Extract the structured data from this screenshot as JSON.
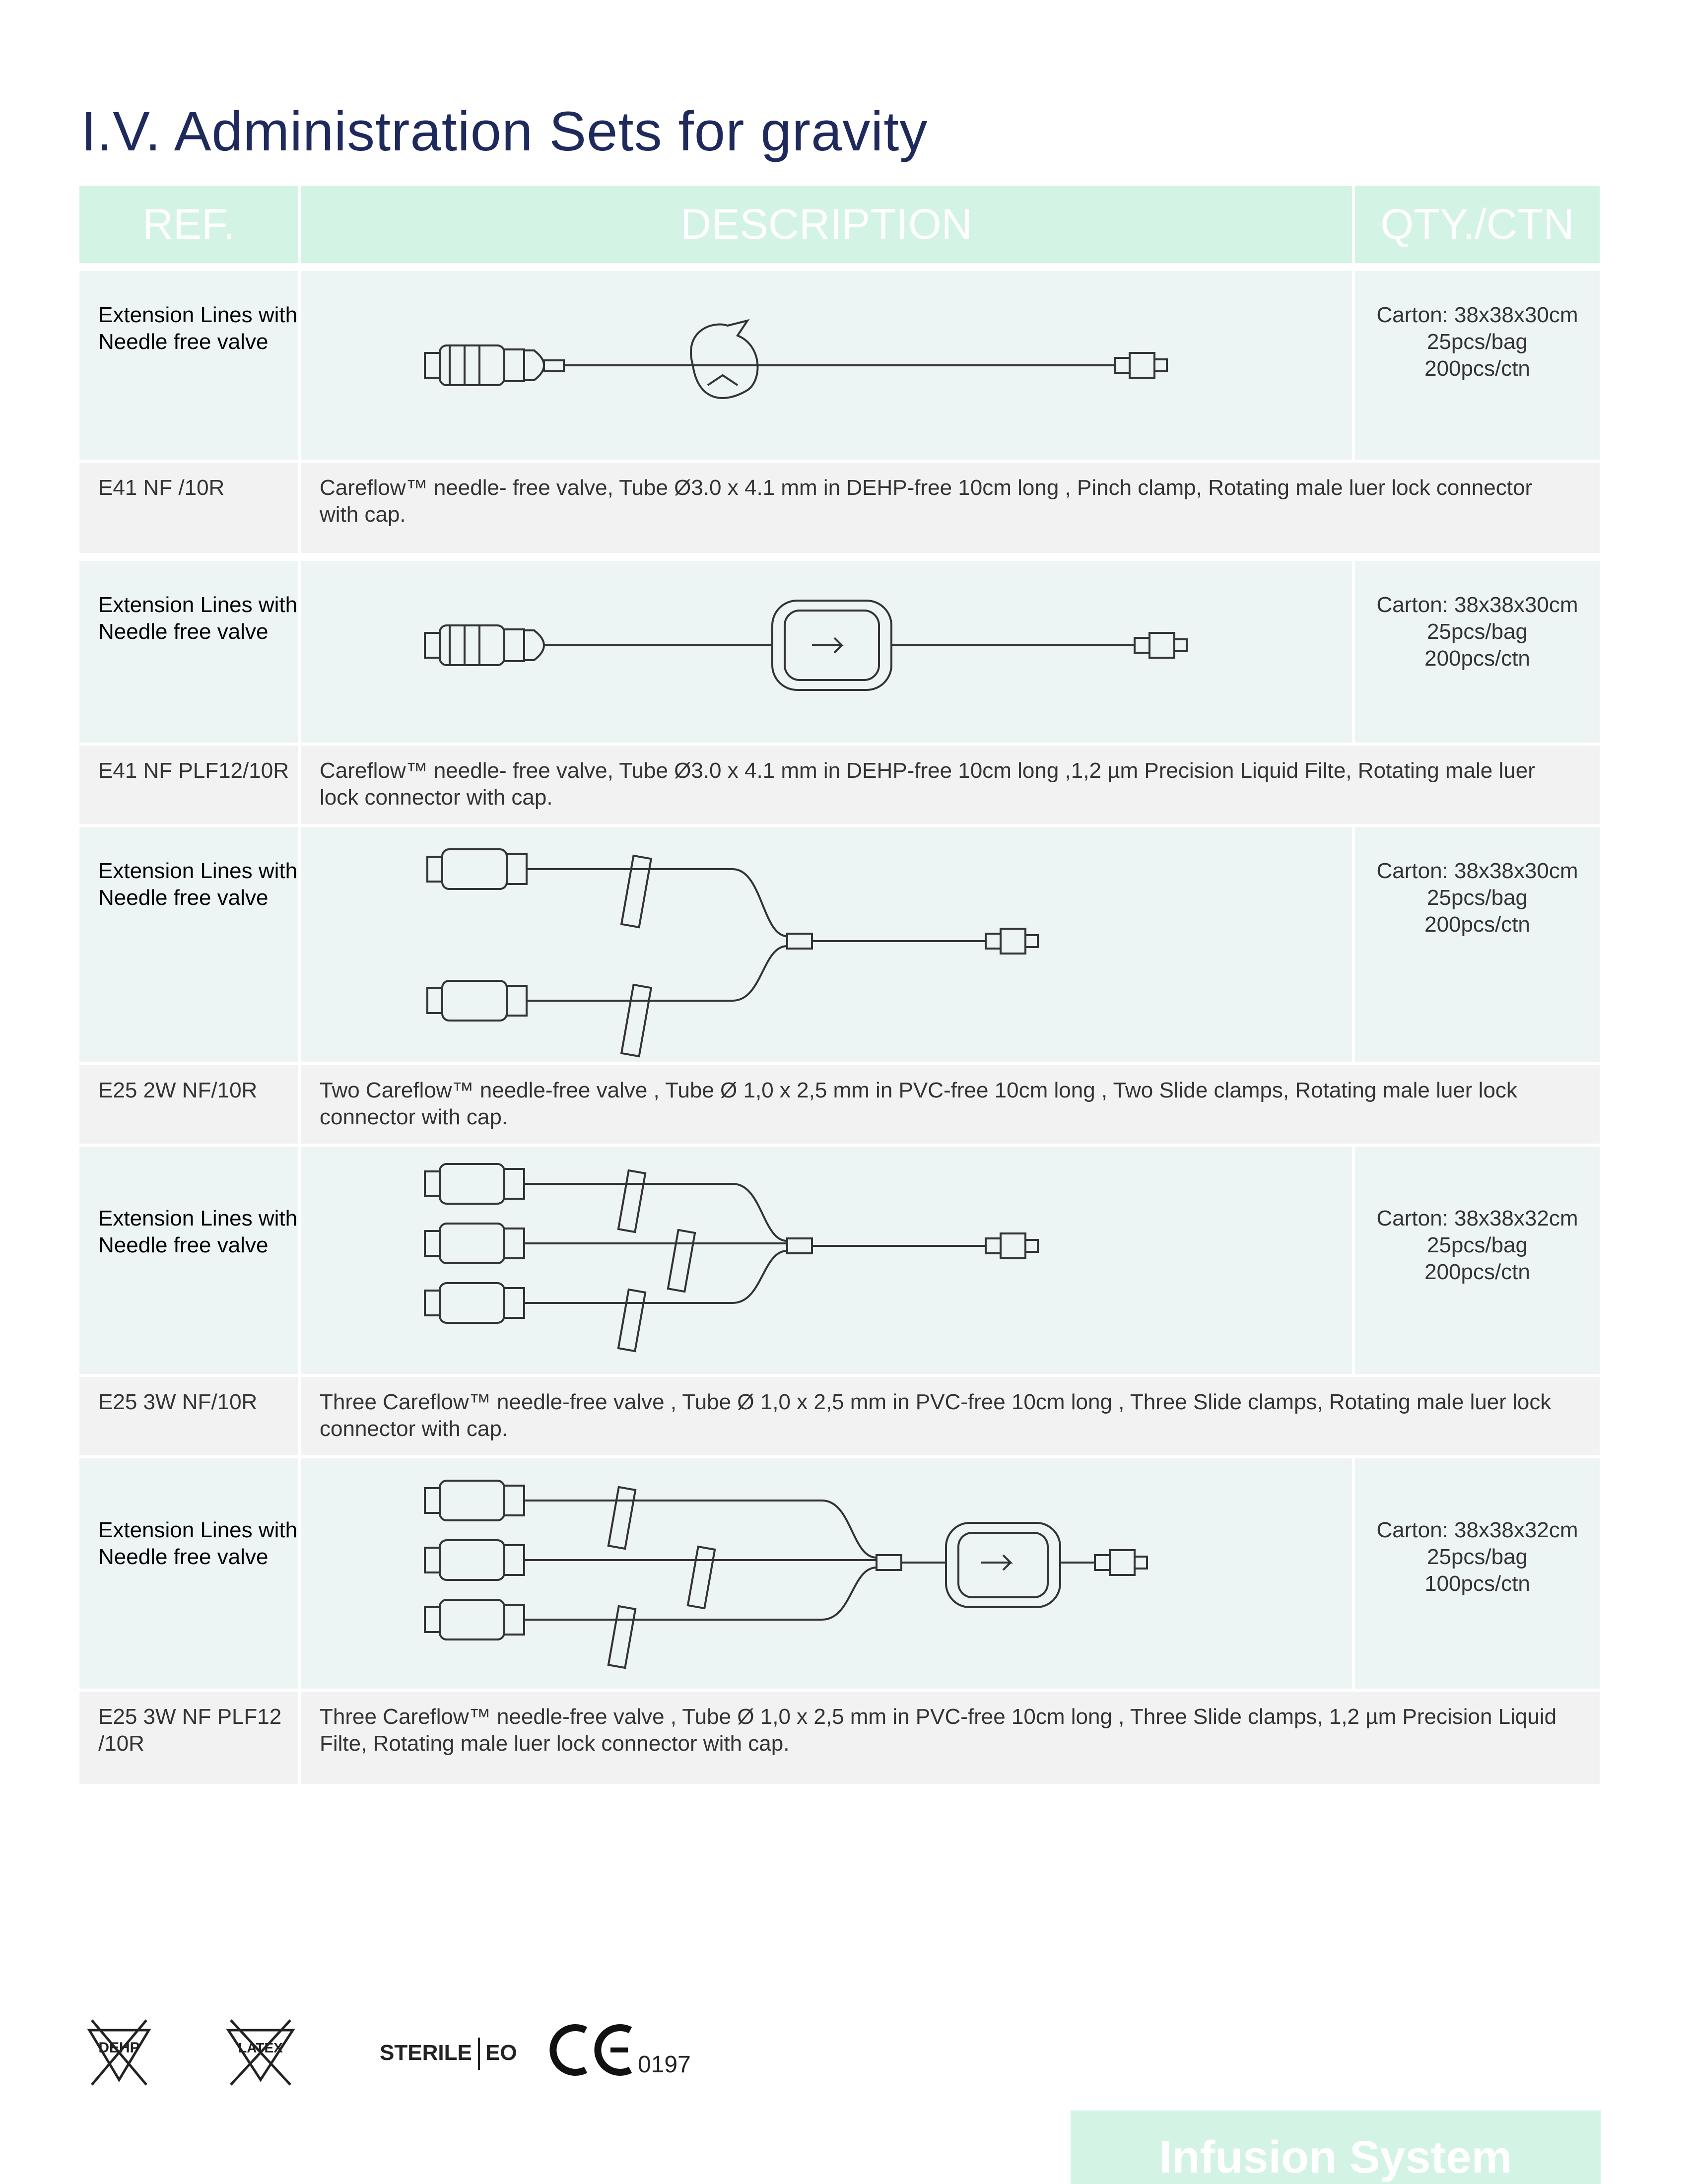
{
  "title": "I.V. Administration Sets for gravity",
  "header": {
    "ref": "REF.",
    "description": "DESCRIPTION",
    "qty": "QTY./CTN"
  },
  "products": [
    {
      "name": "Extension Lines with Needle free valve",
      "carton": "Carton: 38x38x30cm",
      "bag": "25pcs/bag",
      "ctn": "200pcs/ctn",
      "ref": "E41 NF /10R",
      "description": "Careflow™ needle- free valve, Tube  Ø3.0 x 4.1 mm in DEHP-free 10cm long , Pinch clamp, Rotating male luer lock connector with cap."
    },
    {
      "name": "Extension Lines with Needle free valve",
      "carton": "Carton: 38x38x30cm",
      "bag": "25pcs/bag",
      "ctn": "200pcs/ctn",
      "ref": "E41 NF PLF12/10R",
      "description": "Careflow™ needle- free valve, Tube  Ø3.0 x 4.1 mm in DEHP-free 10cm long ,1,2 µm Precision Liquid Filte,  Rotating male luer lock connector with cap."
    },
    {
      "name": "Extension Lines with Needle free valve",
      "carton": "Carton: 38x38x30cm",
      "bag": "25pcs/bag",
      "ctn": "200pcs/ctn",
      "ref": "E25 2W NF/10R",
      "description": "Two  Careflow™ needle-free valve , Tube  Ø 1,0 x 2,5 mm in PVC-free 10cm long , Two  Slide clamps, Rotating male luer lock connector with cap."
    },
    {
      "name": "Extension Lines with Needle free valve",
      "carton": "Carton: 38x38x32cm",
      "bag": "25pcs/bag",
      "ctn": "200pcs/ctn",
      "ref": "E25 3W NF/10R",
      "description": "Three  Careflow™ needle-free valve , Tube  Ø 1,0 x 2,5 mm in PVC-free 10cm long , Three  Slide clamps, Rotating male luer lock connector with cap."
    },
    {
      "name": "Extension Lines with Needle free valve",
      "carton": "Carton: 38x38x32cm",
      "bag": "25pcs/bag",
      "ctn": "100pcs/ctn",
      "ref": "E25 3W NF PLF12 /10R",
      "description": "Three  Careflow™ needle-free valve , Tube  Ø 1,0 x 2,5 mm in PVC-free 10cm long , Three  Slide clamps, 1,2 µm Precision Liquid Filte, Rotating male luer lock connector with cap."
    }
  ],
  "symbols": {
    "dehp": "DEHP",
    "latex": "LATEX",
    "sterile": "STERILE",
    "eo": "EO",
    "ce_number": "0197"
  },
  "footer": {
    "banner": "Infusion System"
  }
}
